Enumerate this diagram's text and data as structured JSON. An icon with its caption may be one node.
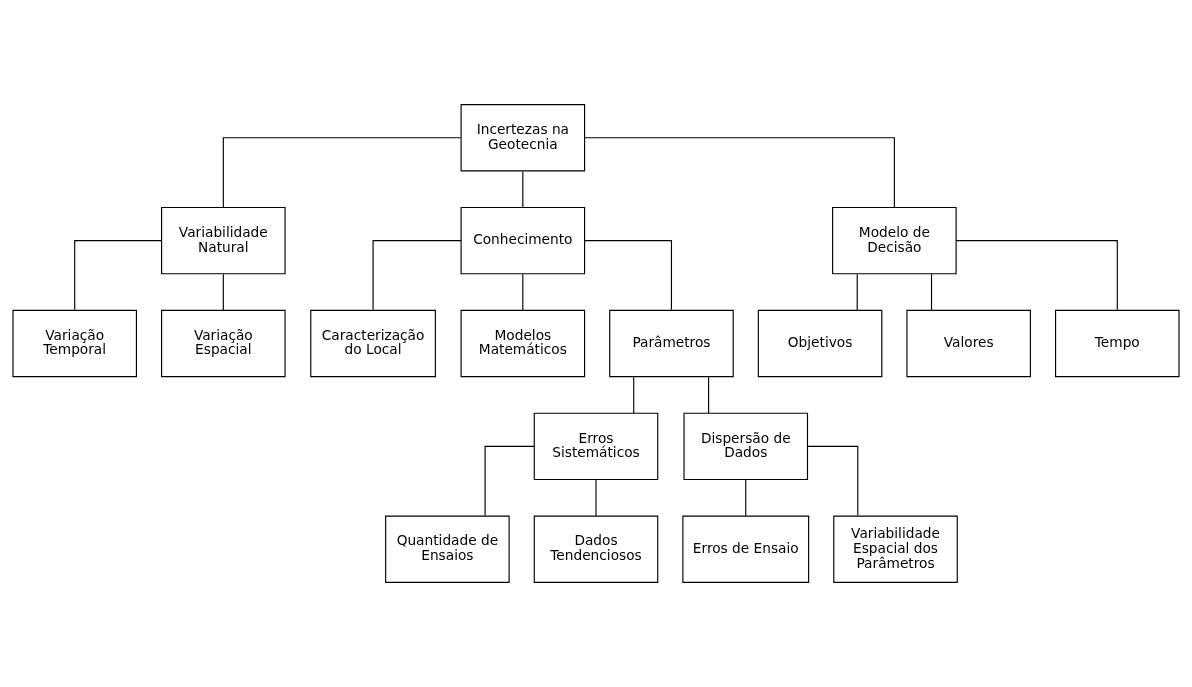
{
  "diagram": {
    "nodes": [
      {
        "text": [
          "Incertezas na Geotecnia"
        ]
      },
      {
        "text": [
          "Variabilidade Natural"
        ]
      },
      {
        "text": [
          "Conhecimento"
        ]
      },
      {
        "text": [
          "Modelo de Decisão"
        ]
      },
      {
        "text": [
          "Variação Temporal"
        ]
      },
      {
        "text": [
          "Variação Espacial"
        ]
      },
      {
        "text": [
          "Caracterização do Local"
        ]
      },
      {
        "text": [
          "Modelos Matemáticos"
        ]
      },
      {
        "text": [
          "Parâmetros"
        ]
      },
      {
        "text": [
          "Objetivos"
        ]
      },
      {
        "text": [
          "Valores"
        ]
      },
      {
        "text": [
          "Tempo"
        ]
      },
      {
        "text": [
          "Erros Sistemáticos"
        ]
      },
      {
        "text": [
          "Dispersão de Dados"
        ]
      },
      {
        "text": [
          "Quantidade de Ensaios"
        ]
      },
      {
        "text": [
          "Dados Tendenciosos"
        ]
      },
      {
        "text": [
          "Erros de Ensaio"
        ]
      },
      {
        "text": [
          "Variabilidade Espacial dos Parâmetros"
        ]
      }
    ],
    "edges": [
      {
        "from": 0,
        "to": 1,
        "arrow": "none"
      },
      {
        "from": 0,
        "to": 2,
        "arrow": "none"
      },
      {
        "from": 0,
        "to": 3,
        "arrow": "none"
      },
      {
        "from": 1,
        "to": 4,
        "arrow": "none"
      },
      {
        "from": 1,
        "to": 5,
        "arrow": "none"
      },
      {
        "from": 2,
        "to": 6,
        "arrow": "none"
      },
      {
        "from": 2,
        "to": 7,
        "arrow": "none"
      },
      {
        "from": 2,
        "to": 8,
        "arrow": "none"
      },
      {
        "from": 3,
        "to": 9,
        "arrow": "none"
      },
      {
        "from": 3,
        "to": 10,
        "arrow": "none"
      },
      {
        "from": 3,
        "to": 11,
        "arrow": "none"
      },
      {
        "from": 8,
        "to": 12,
        "arrow": "none"
      },
      {
        "from": 8,
        "to": 13,
        "arrow": "none"
      },
      {
        "from": 12,
        "to": 14,
        "arrow": "none"
      },
      {
        "from": 12,
        "to": 15,
        "arrow": "none"
      },
      {
        "from": 13,
        "to": 16,
        "arrow": "none"
      },
      {
        "from": 13,
        "to": 17,
        "arrow": "none"
      }
    ]
  }
}
